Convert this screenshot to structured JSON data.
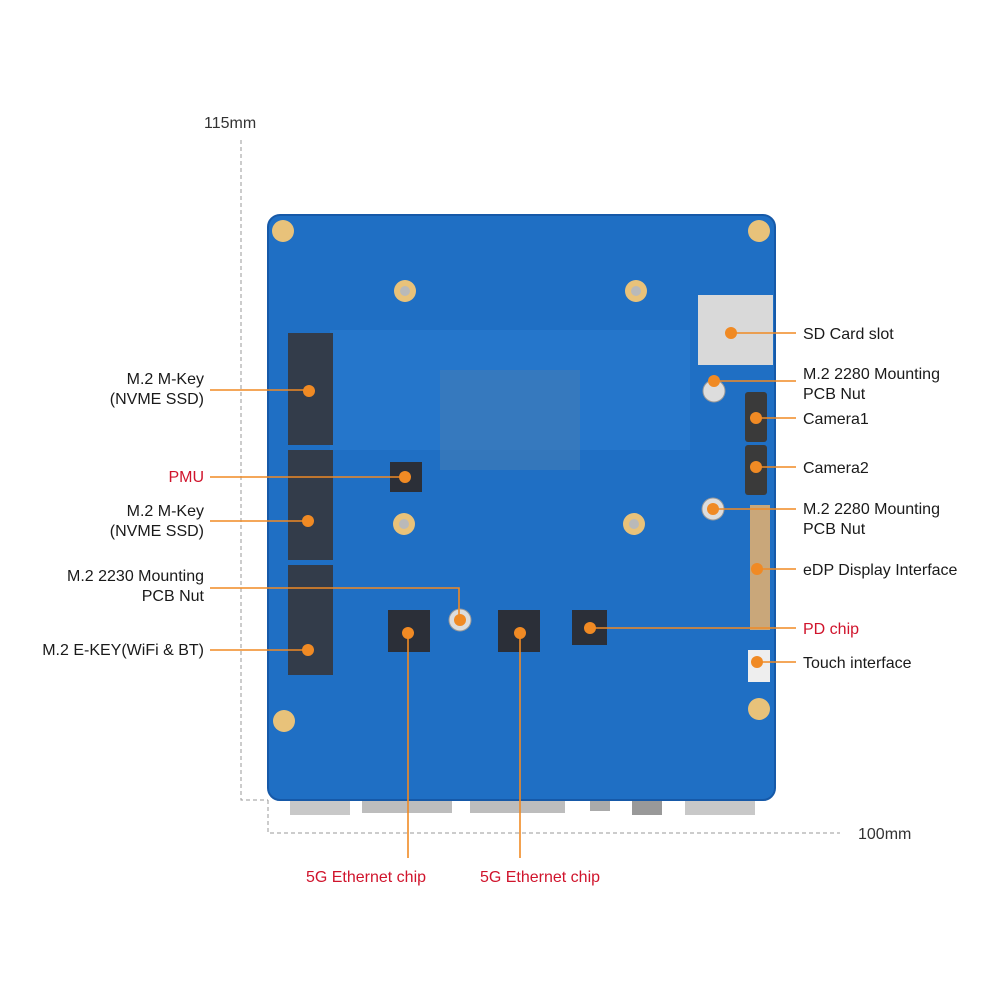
{
  "dimensions": {
    "height": "115mm",
    "width": "100mm"
  },
  "colors": {
    "board": "#1f6fc4",
    "callout": "#f08a24",
    "highlight": "#d0142c"
  },
  "left_labels": [
    {
      "line1": "M.2 M-Key",
      "line2": "(NVME SSD)"
    },
    {
      "line1": "PMU"
    },
    {
      "line1": "M.2 M-Key",
      "line2": "(NVME SSD)"
    },
    {
      "line1": "M.2 2230 Mounting",
      "line2": "PCB Nut"
    },
    {
      "line1": "M.2 E-KEY(WiFi & BT)"
    }
  ],
  "right_labels": [
    {
      "line1": "SD Card slot"
    },
    {
      "line1": "M.2 2280 Mounting",
      "line2": "PCB Nut"
    },
    {
      "line1": "Camera1"
    },
    {
      "line1": "Camera2"
    },
    {
      "line1": "M.2 2280 Mounting",
      "line2": "PCB Nut"
    },
    {
      "line1": "eDP Display Interface"
    },
    {
      "line1": "PD chip"
    },
    {
      "line1": "Touch interface"
    }
  ],
  "bottom_labels": [
    {
      "line1": "5G Ethernet chip"
    },
    {
      "line1": "5G Ethernet chip"
    }
  ]
}
